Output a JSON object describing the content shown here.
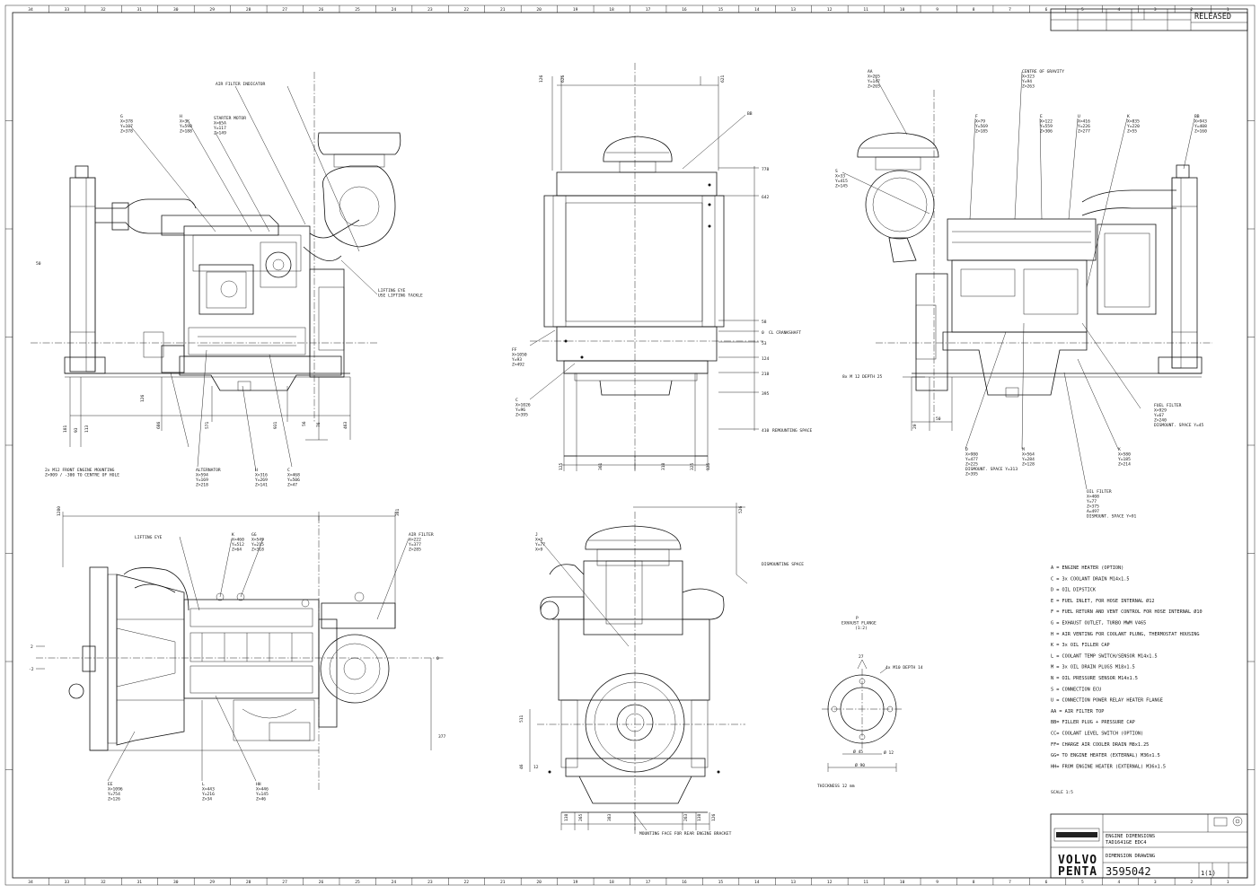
{
  "title_block_top": {
    "status": "RELEASED",
    "small_cells": [
      "",
      "",
      "",
      "",
      ""
    ]
  },
  "title_block_bottom": {
    "doc_title_lines": [
      "ENGINE DIMENSIONS",
      "TAD1641GE EDC4"
    ],
    "doc_type": "DIMENSION DRAWING",
    "doc_number": "3595042",
    "sheet": "1(1)",
    "brand_line1": "VOLVO",
    "brand_line2": "PENTA",
    "scale": "SCALE 1:5"
  },
  "border": {
    "top_numbers": [
      "34",
      "33",
      "32",
      "31",
      "30",
      "29",
      "28",
      "27",
      "26",
      "25",
      "24",
      "23",
      "22",
      "21",
      "20",
      "19",
      "18",
      "17",
      "16",
      "15",
      "14",
      "13",
      "12",
      "11",
      "10",
      "9",
      "8",
      "7",
      "6",
      "5",
      "4",
      "3",
      "2",
      "1"
    ],
    "bottom_numbers": [
      "34",
      "33",
      "32",
      "31",
      "30",
      "29",
      "28",
      "27",
      "26",
      "25",
      "24",
      "23",
      "22",
      "21",
      "20",
      "19",
      "18",
      "17",
      "16",
      "15",
      "14",
      "13",
      "12",
      "11",
      "10",
      "9",
      "8",
      "7",
      "6",
      "5",
      "4",
      "3",
      "2",
      "1"
    ]
  },
  "views": {
    "left_side": {
      "callouts": [
        {
          "id": "air-filter-indicator",
          "lines": [
            "AIR FILTER INDICATOR"
          ]
        },
        {
          "id": "G",
          "lines": [
            "G",
            "X=378",
            "Y=107",
            "Z=378"
          ]
        },
        {
          "id": "H",
          "lines": [
            "H",
            "X=3K",
            "Y=598",
            "Z=188"
          ]
        },
        {
          "id": "starter-motor",
          "lines": [
            "STARTER MOTOR",
            "X=65A",
            "Y=117",
            "Z=149"
          ]
        },
        {
          "id": "lifting-eye",
          "lines": [
            "LIFTING EYE",
            "USE LIFTING TACKLE"
          ]
        },
        {
          "id": "alternator",
          "lines": [
            "ALTERNATOR",
            "X=594",
            "Y=169",
            "Z=218"
          ]
        },
        {
          "id": "H2",
          "lines": [
            "H",
            "X=316",
            "Y=269",
            "Z=141"
          ]
        },
        {
          "id": "C",
          "lines": [
            "C",
            "X=468",
            "Y=506",
            "Z=47"
          ]
        },
        {
          "id": "front-engine-mounting",
          "lines": [
            "2x M12 FRONT ENGINE MOUNTING",
            "Z=909 / -300 TO CENTRE OF HOLE"
          ]
        }
      ],
      "dims": [
        "50",
        "181",
        "93",
        "686",
        "126",
        "571",
        "56",
        "931",
        "463",
        "76",
        "113"
      ]
    },
    "front": {
      "callouts": [
        {
          "id": "BB",
          "lines": [
            "BB"
          ]
        },
        {
          "id": "FF",
          "lines": [
            "FF",
            "X=1050",
            "Y=93",
            "Z=492"
          ]
        },
        {
          "id": "C2",
          "lines": [
            "C",
            "X=1026",
            "Y=96",
            "Z=395"
          ]
        }
      ],
      "dims_top": [
        "126",
        "626",
        "621"
      ],
      "dims_right": [
        "778",
        "642",
        "58",
        "0",
        "53",
        "124",
        "218",
        "395",
        "410"
      ],
      "dims_right_labels": [
        "CL CRANKSHAFT",
        "REMOUNTING SPACE"
      ],
      "dims_bottom": [
        "125",
        "361",
        "318",
        "325",
        "125"
      ]
    },
    "right_side": {
      "callouts": [
        {
          "id": "AA",
          "lines": [
            "AA",
            "X=265",
            "Y=147",
            "Z=265"
          ]
        },
        {
          "id": "centre-of-gravity",
          "lines": [
            "CENTRE OF GRAVITY",
            "X=323",
            "Y=94",
            "Z=263"
          ]
        },
        {
          "id": "F",
          "lines": [
            "F",
            "X=79",
            "Y=569",
            "Z=185"
          ]
        },
        {
          "id": "E",
          "lines": [
            "E",
            "X=122",
            "Y=559",
            "Z=306"
          ]
        },
        {
          "id": "U",
          "lines": [
            "U",
            "X=416",
            "Y=226",
            "Z=277"
          ]
        },
        {
          "id": "K",
          "lines": [
            "K",
            "X=835",
            "Y=220",
            "Z=55"
          ]
        },
        {
          "id": "BB2",
          "lines": [
            "BB",
            "X=943",
            "Y=408",
            "Z=160"
          ]
        },
        {
          "id": "S",
          "lines": [
            "S",
            "X=33",
            "Y=415",
            "Z=145"
          ]
        },
        {
          "id": "flange",
          "lines": [
            "8x M 12 DEPTH 25"
          ]
        },
        {
          "id": "fuel-filter",
          "lines": [
            "FUEL FILTER",
            "X=929",
            "Y=67",
            "Z=240",
            "DISMOUNT. SPACE Y=45"
          ]
        },
        {
          "id": "D",
          "lines": [
            "D",
            "X=980",
            "Y=477",
            "Z=225",
            "DISMOUNT. SPACE Y=313",
            "Z=395"
          ]
        },
        {
          "id": "M",
          "lines": [
            "M",
            "X=564",
            "Y=284",
            "Z=128"
          ]
        },
        {
          "id": "K2",
          "lines": [
            "K",
            "X=580",
            "Y=185",
            "Z=214"
          ]
        },
        {
          "id": "oil-filter",
          "lines": [
            "OIL FILTER",
            "X=408",
            "Y=77",
            "Z=375",
            "A=497",
            "DISMOUNT. SPACE Y=91"
          ]
        }
      ],
      "dims": [
        "20",
        "50"
      ]
    },
    "top": {
      "callouts": [
        {
          "id": "lifting-eye-top",
          "lines": [
            "LIFTING EYE"
          ]
        },
        {
          "id": "K3",
          "lines": [
            "K",
            "X=460",
            "Y=512",
            "Z=64"
          ]
        },
        {
          "id": "GG",
          "lines": [
            "GG",
            "X=549",
            "Y=215",
            "Z=318"
          ]
        },
        {
          "id": "air-filter",
          "lines": [
            "AIR FILTER",
            "X=222",
            "Y=377",
            "Z=285"
          ]
        },
        {
          "id": "EE",
          "lines": [
            "EE",
            "X=1096",
            "Y=754",
            "Z=126"
          ]
        },
        {
          "id": "L",
          "lines": [
            "L",
            "X=443",
            "Y=216",
            "Z=34"
          ]
        },
        {
          "id": "HH",
          "lines": [
            "HH",
            "X=446",
            "Y=145",
            "Z=46"
          ]
        }
      ],
      "dims": [
        "1280",
        "381",
        "2",
        "-2",
        "0",
        "377"
      ]
    },
    "rear": {
      "callouts": [
        {
          "id": "J",
          "lines": [
            "J",
            "X=3",
            "Y=77",
            "X=9"
          ]
        },
        {
          "id": "dismounting-space",
          "lines": [
            "DISMOUNTING SPACE"
          ]
        },
        {
          "id": "mounting-face",
          "lines": [
            "MOUNTING FACE FOR REAR ENGINE BRACKET"
          ]
        }
      ],
      "dims": [
        "526",
        "511",
        "46",
        "12",
        "138",
        "265",
        "383",
        "263",
        "138",
        "126"
      ]
    },
    "flange_detail": {
      "title_lines": [
        "P",
        "EXHAUST FLANGE",
        "(1:2)"
      ],
      "dims": [
        "4x M10 DEPTH 14",
        "27",
        "Ø 45",
        "Ø 90",
        "Ø 12"
      ],
      "thickness": "THICKNESS 12 mm"
    }
  },
  "legend": [
    "A = ENGINE HEATER (OPTION)",
    "C = 3x COOLANT DRAIN M14x1.5",
    "D = OIL DIPSTICK",
    "E = FUEL INLET, FOR HOSE INTERNAL Ø12",
    "F = FUEL RETURN AND VENT CONTROL FOR HOSE INTERNAL Ø10",
    "G = EXHAUST OUTLET, TURBO MWM V465",
    "H = AIR VENTING FOR COOLANT PLUNG, THERMOSTAT HOUSING",
    "K = 3x OIL FILLER CAP",
    "L = COOLANT TEMP SWITCH/SENSOR M14x1.5",
    "M = 3x OIL DRAIN PLUGS M18x1.5",
    "N = OIL PRESSURE SENSOR M14x1.5",
    "S = CONNECTION ECU",
    "U = CONNECTION POWER RELAY HEATER FLANGE",
    "AA = AIR FILTER TOP",
    "BB= FILLER PLUG + PRESSURE CAP",
    "CC= COOLANT LEVEL SWITCH (OPTION)",
    "FF= CHARGE AIR COOLER DRAIN M8x1.25",
    "GG= TO ENGINE HEATER (EXTERNAL) M36x1.5",
    "HH= FROM ENGINE HEATER (EXTERNAL) M36x1.5"
  ]
}
